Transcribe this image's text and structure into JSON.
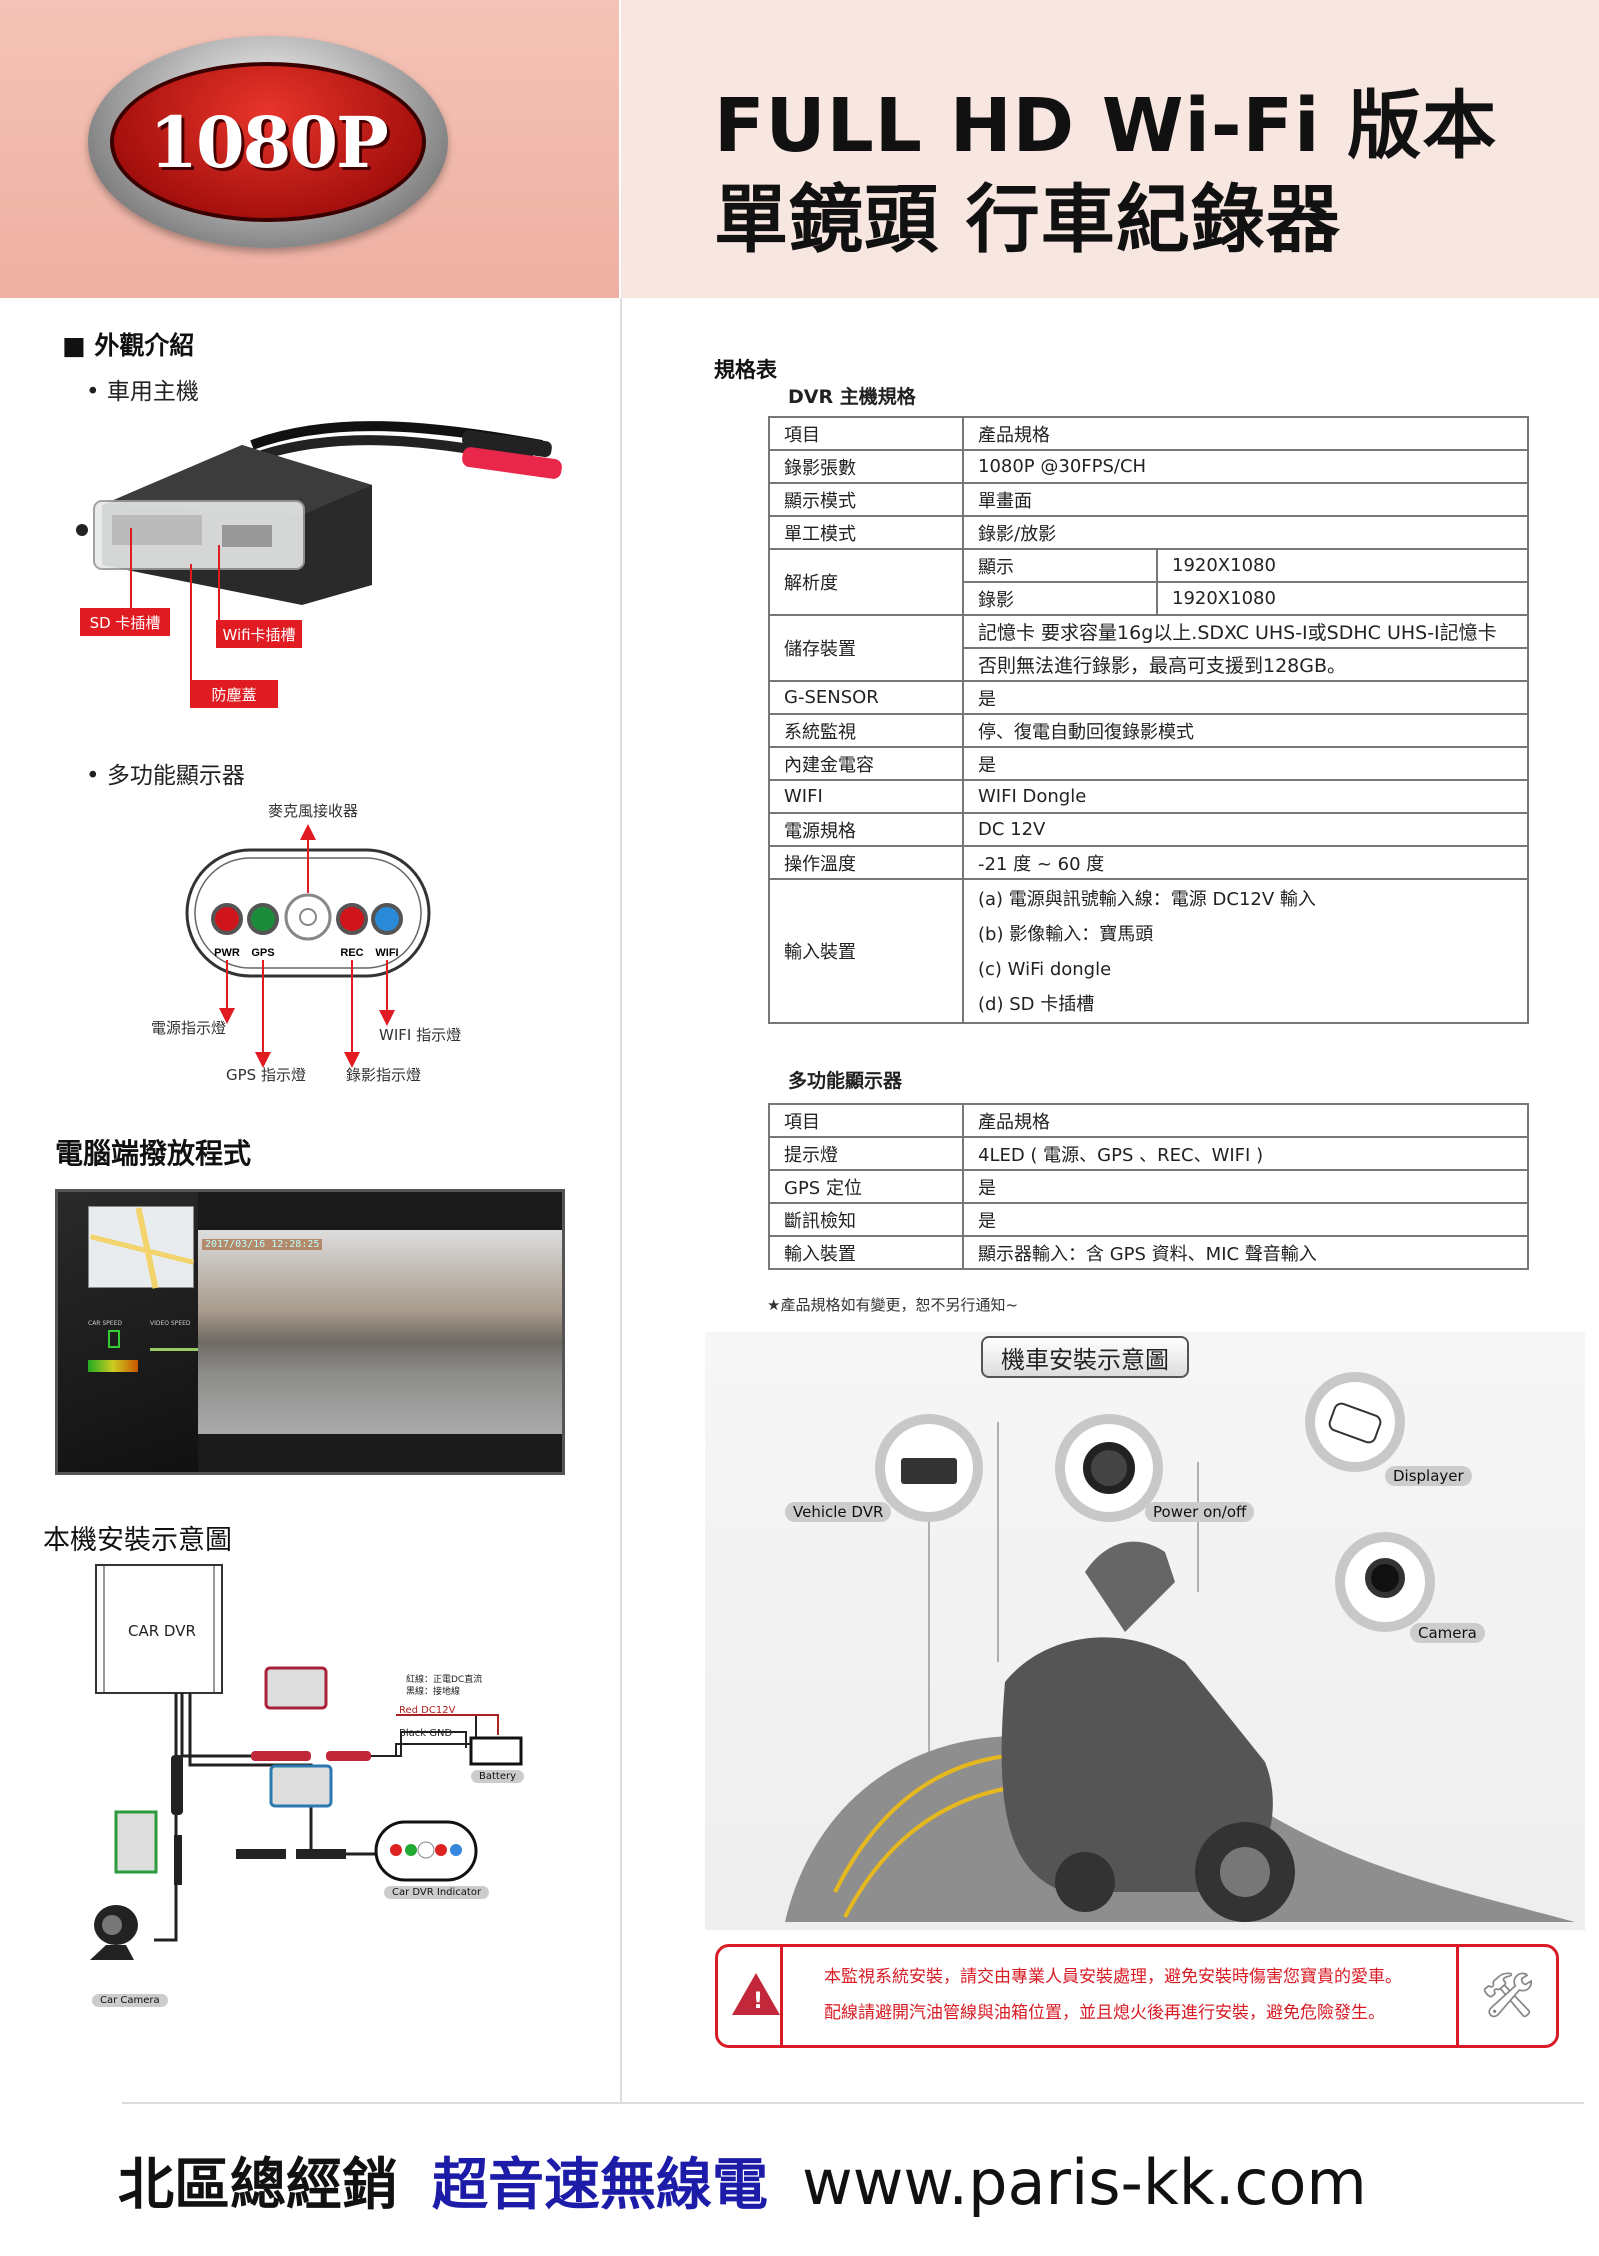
{
  "header": {
    "logo_text": "1080P",
    "title_line1": "FULL HD Wi-Fi 版本",
    "title_line2": "單鏡頭  行車紀錄器"
  },
  "appearance": {
    "heading": "■ 外觀介紹",
    "host_label": "• 車用主機",
    "host_callouts": [
      "SD 卡插槽",
      "Wifi卡插槽",
      "防塵蓋"
    ],
    "display_label": "• 多功能顯示器",
    "mic_label": "麥克風接收器",
    "led_names": [
      "PWR",
      "GPS",
      "REC",
      "WIFI"
    ],
    "led_colors": [
      "#d0141c",
      "#1a8c3a",
      "#d0141c",
      "#2a8ad8"
    ],
    "led_callouts": {
      "pwr": "電源指示燈",
      "gps": "GPS 指示燈",
      "rec": "錄影指示燈",
      "wifi": "WIFI 指示燈"
    }
  },
  "pc_player": {
    "heading": "電腦端撥放程式",
    "timestamp": "2017/03/16 12:28:25",
    "car_speed_label": "CAR SPEED",
    "video_speed_label": "VIDEO SPEED"
  },
  "install": {
    "heading": "本機安裝示意圖",
    "dvr_label": "CAR DVR",
    "wire_note_1": "紅線：正電DC直流",
    "wire_note_2": "黑線：接地線",
    "red_wire": "Red DC12V",
    "black_wire": "Black GND",
    "battery": "Battery",
    "indicator": "Car DVR Indicator",
    "camera": "Car Camera"
  },
  "specs": {
    "heading": "規格表",
    "dvr_title": "DVR 主機規格",
    "dvr_header": [
      "項目",
      "產品規格"
    ],
    "dvr_rows": [
      [
        "錄影張數",
        "1080P @30FPS/CH"
      ],
      [
        "顯示模式",
        "單畫面"
      ],
      [
        "單工模式",
        "錄影/放影"
      ]
    ],
    "resolution": {
      "label": "解析度",
      "display_label": "顯示",
      "display_value": "1920X1080",
      "record_label": "錄影",
      "record_value": "1920X1080"
    },
    "storage": {
      "label": "儲存裝置",
      "line1": "記憶卡 要求容量16g以上.SDXC UHS-I或SDHC UHS-I記憶卡",
      "line2": "否則無法進行錄影，最高可支援到128GB。"
    },
    "dvr_rows2": [
      [
        "G-SENSOR",
        "是"
      ],
      [
        "系統監視",
        "停、復電自動回復錄影模式"
      ],
      [
        "內建金電容",
        "是"
      ],
      [
        "WIFI",
        "WIFI Dongle"
      ],
      [
        "電源規格",
        "DC 12V"
      ],
      [
        "操作溫度",
        "-21 度 ~ 60 度"
      ]
    ],
    "input": {
      "label": "輸入裝置",
      "items": [
        "(a)  電源與訊號輸入線：電源 DC12V 輸入",
        "(b)  影像輸入：寶馬頭",
        "(c)  WiFi dongle",
        "(d)  SD 卡插槽"
      ]
    },
    "display_title": "多功能顯示器",
    "display_header": [
      "項目",
      "產品規格"
    ],
    "display_rows": [
      [
        "提示燈",
        "4LED ( 電源、GPS 、REC、WIFI )"
      ],
      [
        "GPS 定位",
        "是"
      ],
      [
        "斷訊檢知",
        "是"
      ],
      [
        "輸入裝置",
        "顯示器輸入：含 GPS 資料、MIC 聲音輸入"
      ]
    ],
    "footnote": "★產品規格如有變更，恕不另行通知~"
  },
  "moto": {
    "title": "機車安裝示意圖",
    "labels": {
      "dvr": "Vehicle DVR",
      "power": "Power on/off",
      "display": "Displayer",
      "camera": "Camera"
    }
  },
  "warning": {
    "line1": "本監視系統安裝，請交由專業人員安裝處理，避免安裝時傷害您寶貴的愛車。",
    "line2": "配線請避開汽油管線與油箱位置，並且熄火後再進行安裝，避免危險發生。"
  },
  "footer": {
    "distributor": "北區總經銷",
    "company": "超音速無線電",
    "url": "www.paris-kk.com",
    "company_color": "#1c1ca8"
  }
}
